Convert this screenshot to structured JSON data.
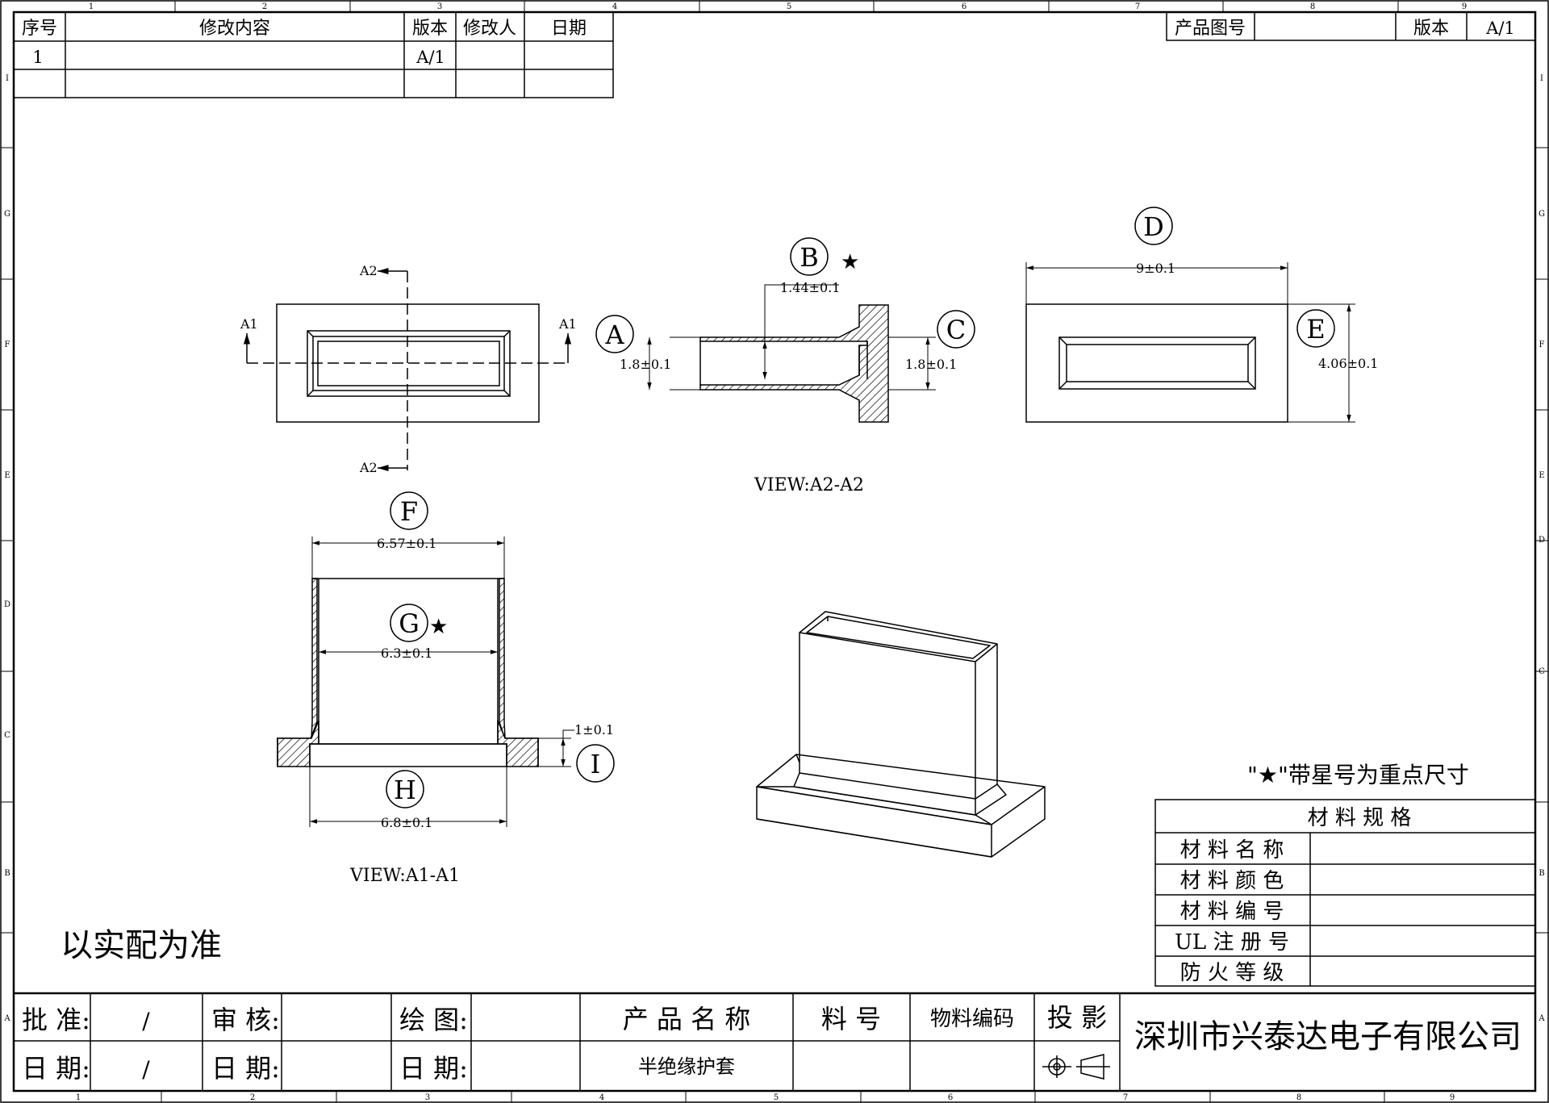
{
  "grid": {
    "top_numbers": [
      "1",
      "2",
      "3",
      "4",
      "5",
      "6",
      "7",
      "8",
      "9"
    ],
    "side_letters": [
      "I",
      "G",
      "F",
      "E",
      "D",
      "C",
      "B",
      "A"
    ]
  },
  "revision_table": {
    "headers": [
      "序号",
      "修改内容",
      "版本",
      "修改人",
      "日期"
    ],
    "rows": [
      [
        "1",
        "",
        "A/1",
        "",
        ""
      ],
      [
        "",
        "",
        "",
        "",
        ""
      ]
    ]
  },
  "drawing_info": {
    "product_number_label": "产品图号",
    "product_number_value": "",
    "version_label": "版本",
    "version_value": "A/1"
  },
  "views": {
    "front": {
      "section_a2": "A2",
      "section_a1": "A1"
    },
    "view_a2": {
      "title": "VIEW:A2-A2",
      "label_a": "A",
      "label_b": "B",
      "label_c": "C",
      "star": "★",
      "dim_a": "1.8±0.1",
      "dim_b": "1.44±0.1",
      "dim_c": "1.8±0.1"
    },
    "right": {
      "label_d": "D",
      "label_e": "E",
      "dim_d": "9±0.1",
      "dim_e": "4.06±0.1"
    },
    "view_a1": {
      "title": "VIEW:A1-A1",
      "label_f": "F",
      "label_g": "G",
      "label_h": "H",
      "label_i": "I",
      "star": "★",
      "dim_f": "6.57±0.1",
      "dim_g": "6.3±0.1",
      "dim_h": "6.8±0.1",
      "dim_i": "1±0.1"
    }
  },
  "notes": {
    "fit_note": "以实配为准",
    "star_note": "\"★\"带星号为重点尺寸"
  },
  "material_spec": {
    "title": "材 料 规 格",
    "rows": [
      {
        "label": "材 料 名 称",
        "value": ""
      },
      {
        "label": "材 料 颜 色",
        "value": ""
      },
      {
        "label": "材 料 编 号",
        "value": ""
      },
      {
        "label": "UL 注 册 号",
        "value": ""
      },
      {
        "label": "防 火 等 级",
        "value": ""
      }
    ]
  },
  "title_block": {
    "approve_label": "批 准:",
    "approve_value": "/",
    "review_label": "审 核:",
    "review_value": "",
    "draw_label": "绘 图:",
    "draw_value": "",
    "date_label": "日 期:",
    "approve_date": "/",
    "review_date": "",
    "draw_date": "",
    "product_name_label": "产 品 名 称",
    "product_name_value": "半绝缘护套",
    "part_no_label": "料 号",
    "part_no_value": "",
    "material_code_label": "物料编码",
    "material_code_value": "",
    "projection_label": "投 影",
    "company": "深圳市兴泰达电子有限公司"
  }
}
